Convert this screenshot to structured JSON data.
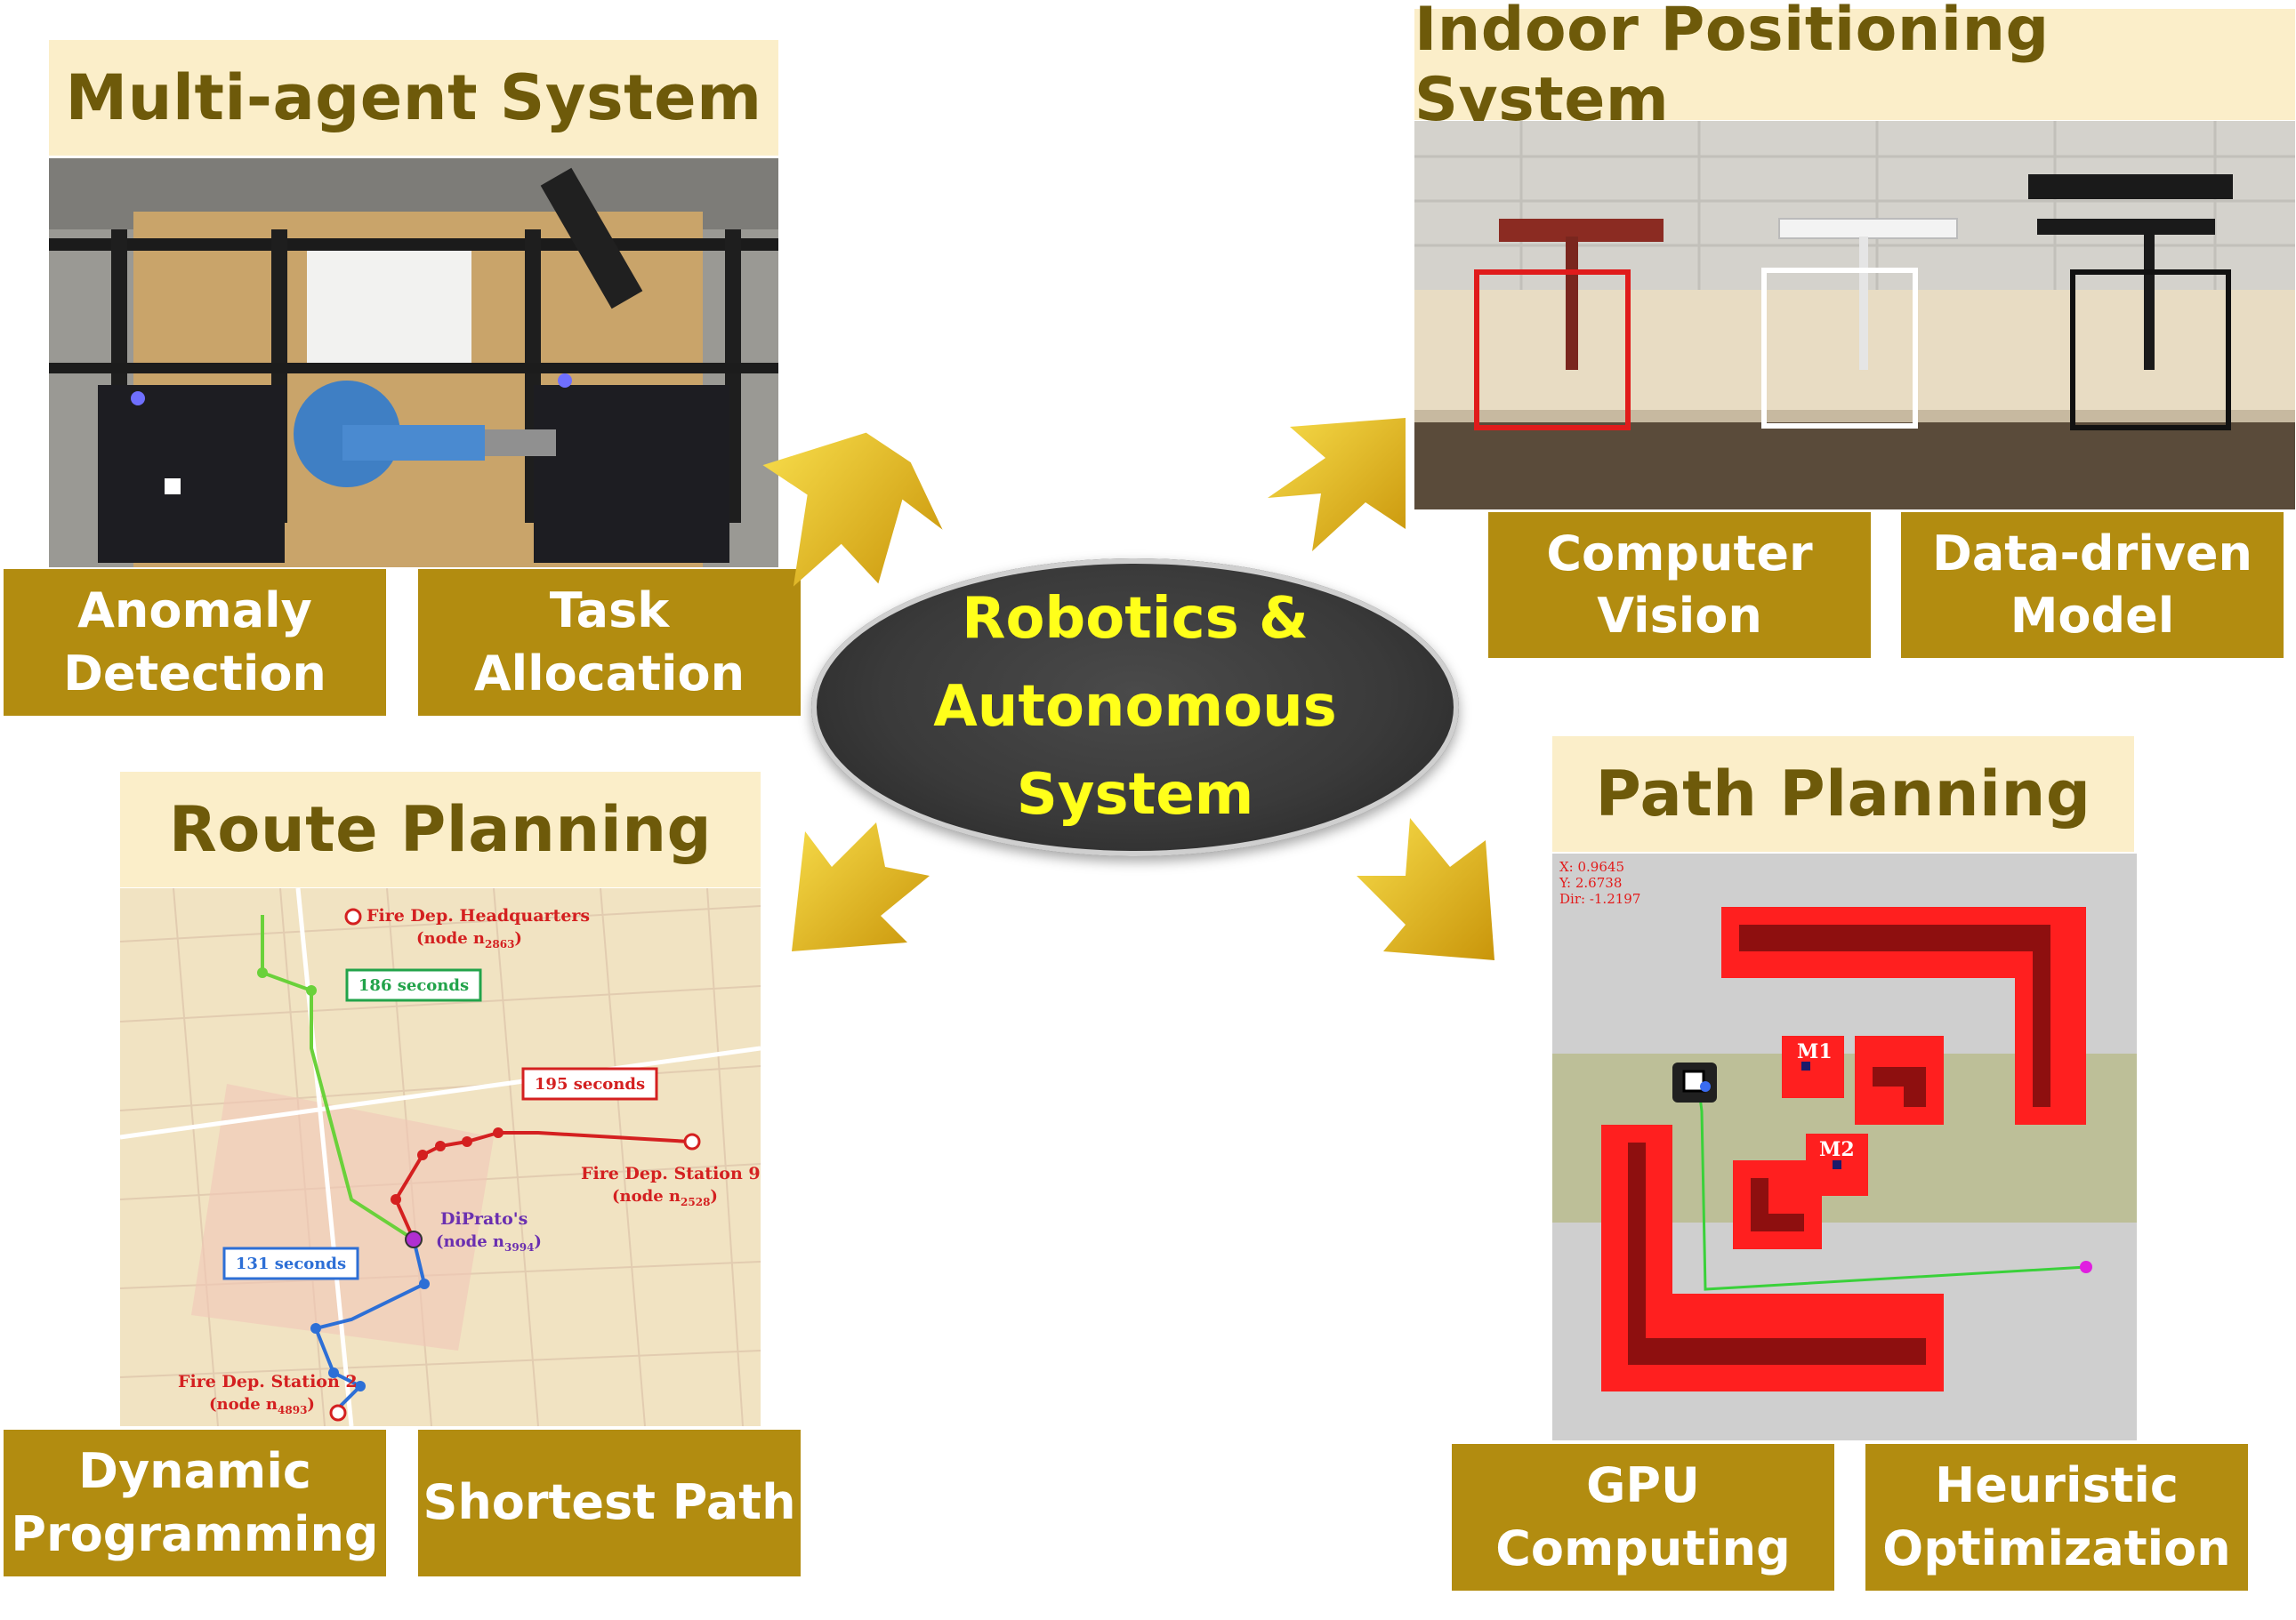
{
  "center": {
    "line1": "Robotics &",
    "line2": "Autonomous",
    "line3": "System"
  },
  "multi_agent": {
    "title": "Multi-agent System",
    "pill_left": [
      "Anomaly",
      "Detection"
    ],
    "pill_right": [
      "Task",
      "Allocation"
    ]
  },
  "indoor": {
    "title": "Indoor Positioning System",
    "pill_left": [
      "Computer",
      "Vision"
    ],
    "pill_right": [
      "Data-driven",
      "Model"
    ]
  },
  "route": {
    "title": "Route Planning",
    "pill_left": [
      "Dynamic",
      "Programming"
    ],
    "pill_right": "Shortest Path",
    "map_labels": {
      "hq": "Fire Dep. Headquarters",
      "hq_node": "(node n",
      "hq_sub": "2863",
      "s9": "Fire Dep. Station 9",
      "s9_node": "(node n",
      "s9_sub": "2528",
      "s2": "Fire Dep. Station 2",
      "s2_node": "(node n",
      "s2_sub": "4893",
      "dp": "DiPrato's",
      "dp_node": "(node n",
      "dp_sub": "3994",
      "t186": "186 seconds",
      "t195": "195 seconds",
      "t131": "131 seconds"
    }
  },
  "path": {
    "title": "Path Planning",
    "pill_left": [
      "GPU",
      "Computing"
    ],
    "pill_right": [
      "Heuristic",
      "Optimization"
    ],
    "readout": [
      "X: 0.9645",
      "Y: 2.6738",
      "Dir: -1.2197"
    ],
    "m1": "M1",
    "m2": "M2"
  },
  "colors": {
    "title_bg": "#fbeec9",
    "title_text": "#6e5a0a",
    "pill_bg": "#b28c10",
    "center_text": "#ffff1a",
    "arrow": "#e8b90e"
  }
}
